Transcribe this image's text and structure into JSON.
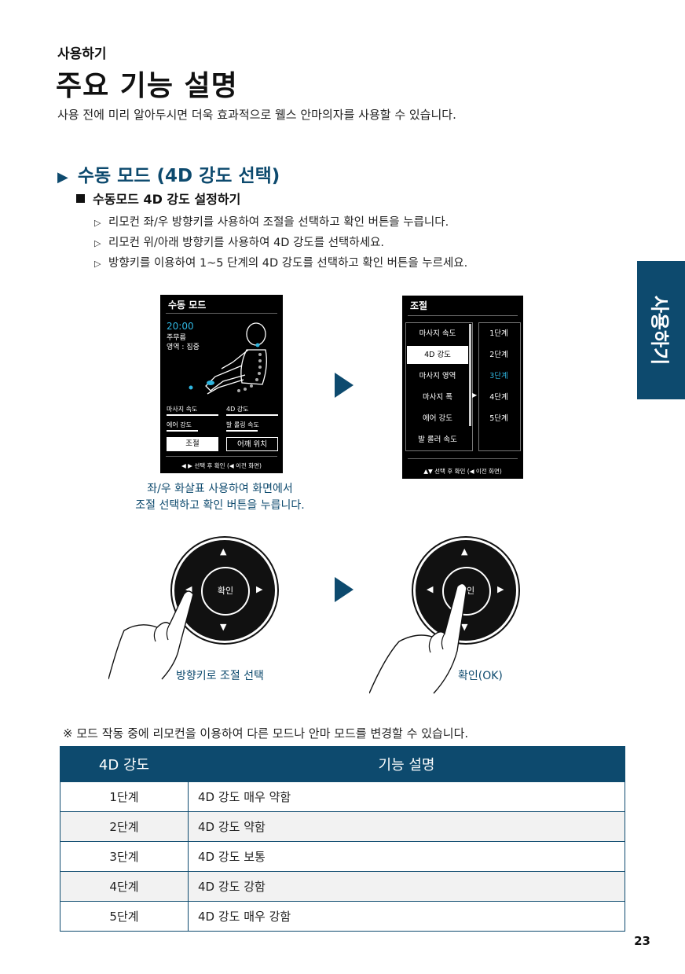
{
  "header": {
    "section_label": "사용하기",
    "title": "주요 기능 설명",
    "intro": "사용 전에 미리 알아두시면 더욱 효과적으로 웰스 안마의자를 사용할 수 있습니다."
  },
  "side_tab": "사용하기",
  "section": {
    "heading": "수동 모드 (4D 강도 선택)",
    "subheading": "수동모드 4D 강도 설정하기",
    "steps": [
      "리모컨 좌/우 방향키를 사용하여 조절을 선택하고 확인 버튼을 누릅니다.",
      "리모컨 위/아래 방향키를 사용하여 4D 강도를 선택하세요.",
      "방향키를 이용하여 1~5 단계의 4D 강도를 선택하고 확인 버튼을 누르세요."
    ]
  },
  "screen1": {
    "title": "수동 모드",
    "time": "20:00",
    "program": "주무름",
    "area": "영역 : 집중",
    "labels": [
      "마사지 속도",
      "4D 강도",
      "에어 강도",
      "발 롤링 속도"
    ],
    "buttons": [
      "조절",
      "어깨 위치"
    ],
    "footer": "◀ ▶ 선택 후 확인 (◀ 이전 화면)"
  },
  "screen2": {
    "title": "조절",
    "menu": [
      "마사지 속도",
      "4D 강도",
      "마사지 영역",
      "마사지 폭",
      "에어 강도",
      "발 롤러 속도"
    ],
    "selected_index": 1,
    "levels": [
      "1단계",
      "2단계",
      "3단계",
      "4단계",
      "5단계"
    ],
    "highlight_level_index": 2,
    "footer": "▲▼ 선택 후 확인 (◀ 이전 화면)"
  },
  "caption_screen": [
    "좌/우 화살표 사용하여 화면에서",
    "조절 선택하고 확인 버튼을 누릅니다."
  ],
  "remote": {
    "center_label": "확인",
    "caption_left": "방향키로 조절 선택",
    "caption_right": "확인(OK)"
  },
  "note": "※ 모드 작동 중에 리모컨을 이용하여 다른 모드나 안마 모드를 변경할 수 있습니다.",
  "table": {
    "headers": [
      "4D 강도",
      "기능 설명"
    ],
    "rows": [
      [
        "1단계",
        "4D 강도 매우 약함"
      ],
      [
        "2단계",
        "4D 강도 약함"
      ],
      [
        "3단계",
        "4D 강도 보통"
      ],
      [
        "4단계",
        "4D 강도 강함"
      ],
      [
        "5단계",
        "4D 강도 매우 강함"
      ]
    ]
  },
  "page_number": "23",
  "colors": {
    "accent": "#0d4a6e",
    "highlight": "#2fb6e0"
  }
}
